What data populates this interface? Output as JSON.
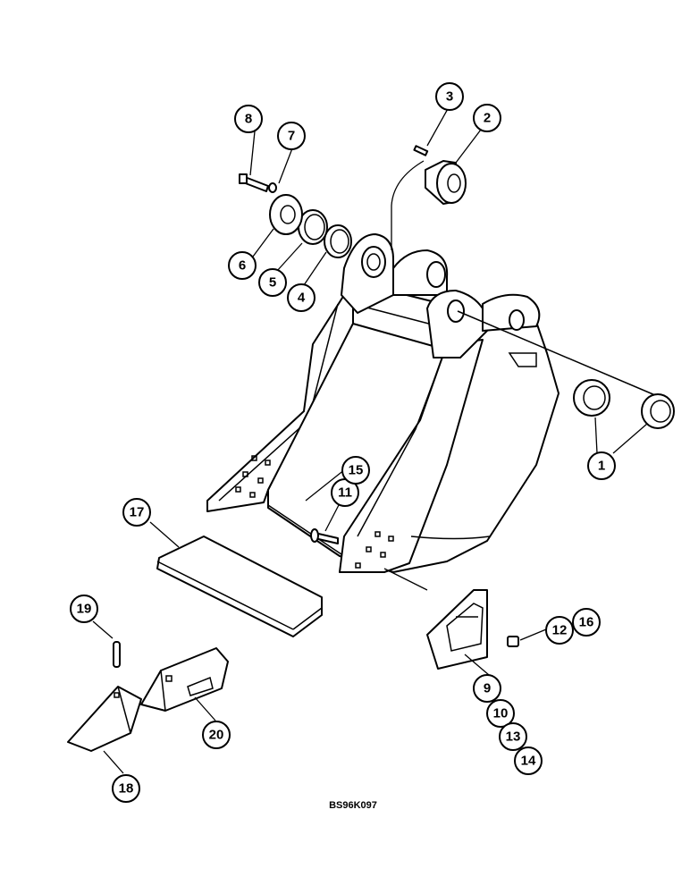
{
  "diagram": {
    "drawing_code": "BS96K097",
    "callouts": [
      {
        "id": "1",
        "label": "1"
      },
      {
        "id": "2",
        "label": "2"
      },
      {
        "id": "3",
        "label": "3"
      },
      {
        "id": "4",
        "label": "4"
      },
      {
        "id": "5",
        "label": "5"
      },
      {
        "id": "6",
        "label": "6"
      },
      {
        "id": "7",
        "label": "7"
      },
      {
        "id": "8",
        "label": "8"
      },
      {
        "id": "9",
        "label": "9"
      },
      {
        "id": "10",
        "label": "10"
      },
      {
        "id": "11",
        "label": "11"
      },
      {
        "id": "12",
        "label": "12"
      },
      {
        "id": "13",
        "label": "13"
      },
      {
        "id": "14",
        "label": "14"
      },
      {
        "id": "15",
        "label": "15"
      },
      {
        "id": "16",
        "label": "16"
      },
      {
        "id": "17",
        "label": "17"
      },
      {
        "id": "18",
        "label": "18"
      },
      {
        "id": "19",
        "label": "19"
      },
      {
        "id": "20",
        "label": "20"
      }
    ]
  }
}
